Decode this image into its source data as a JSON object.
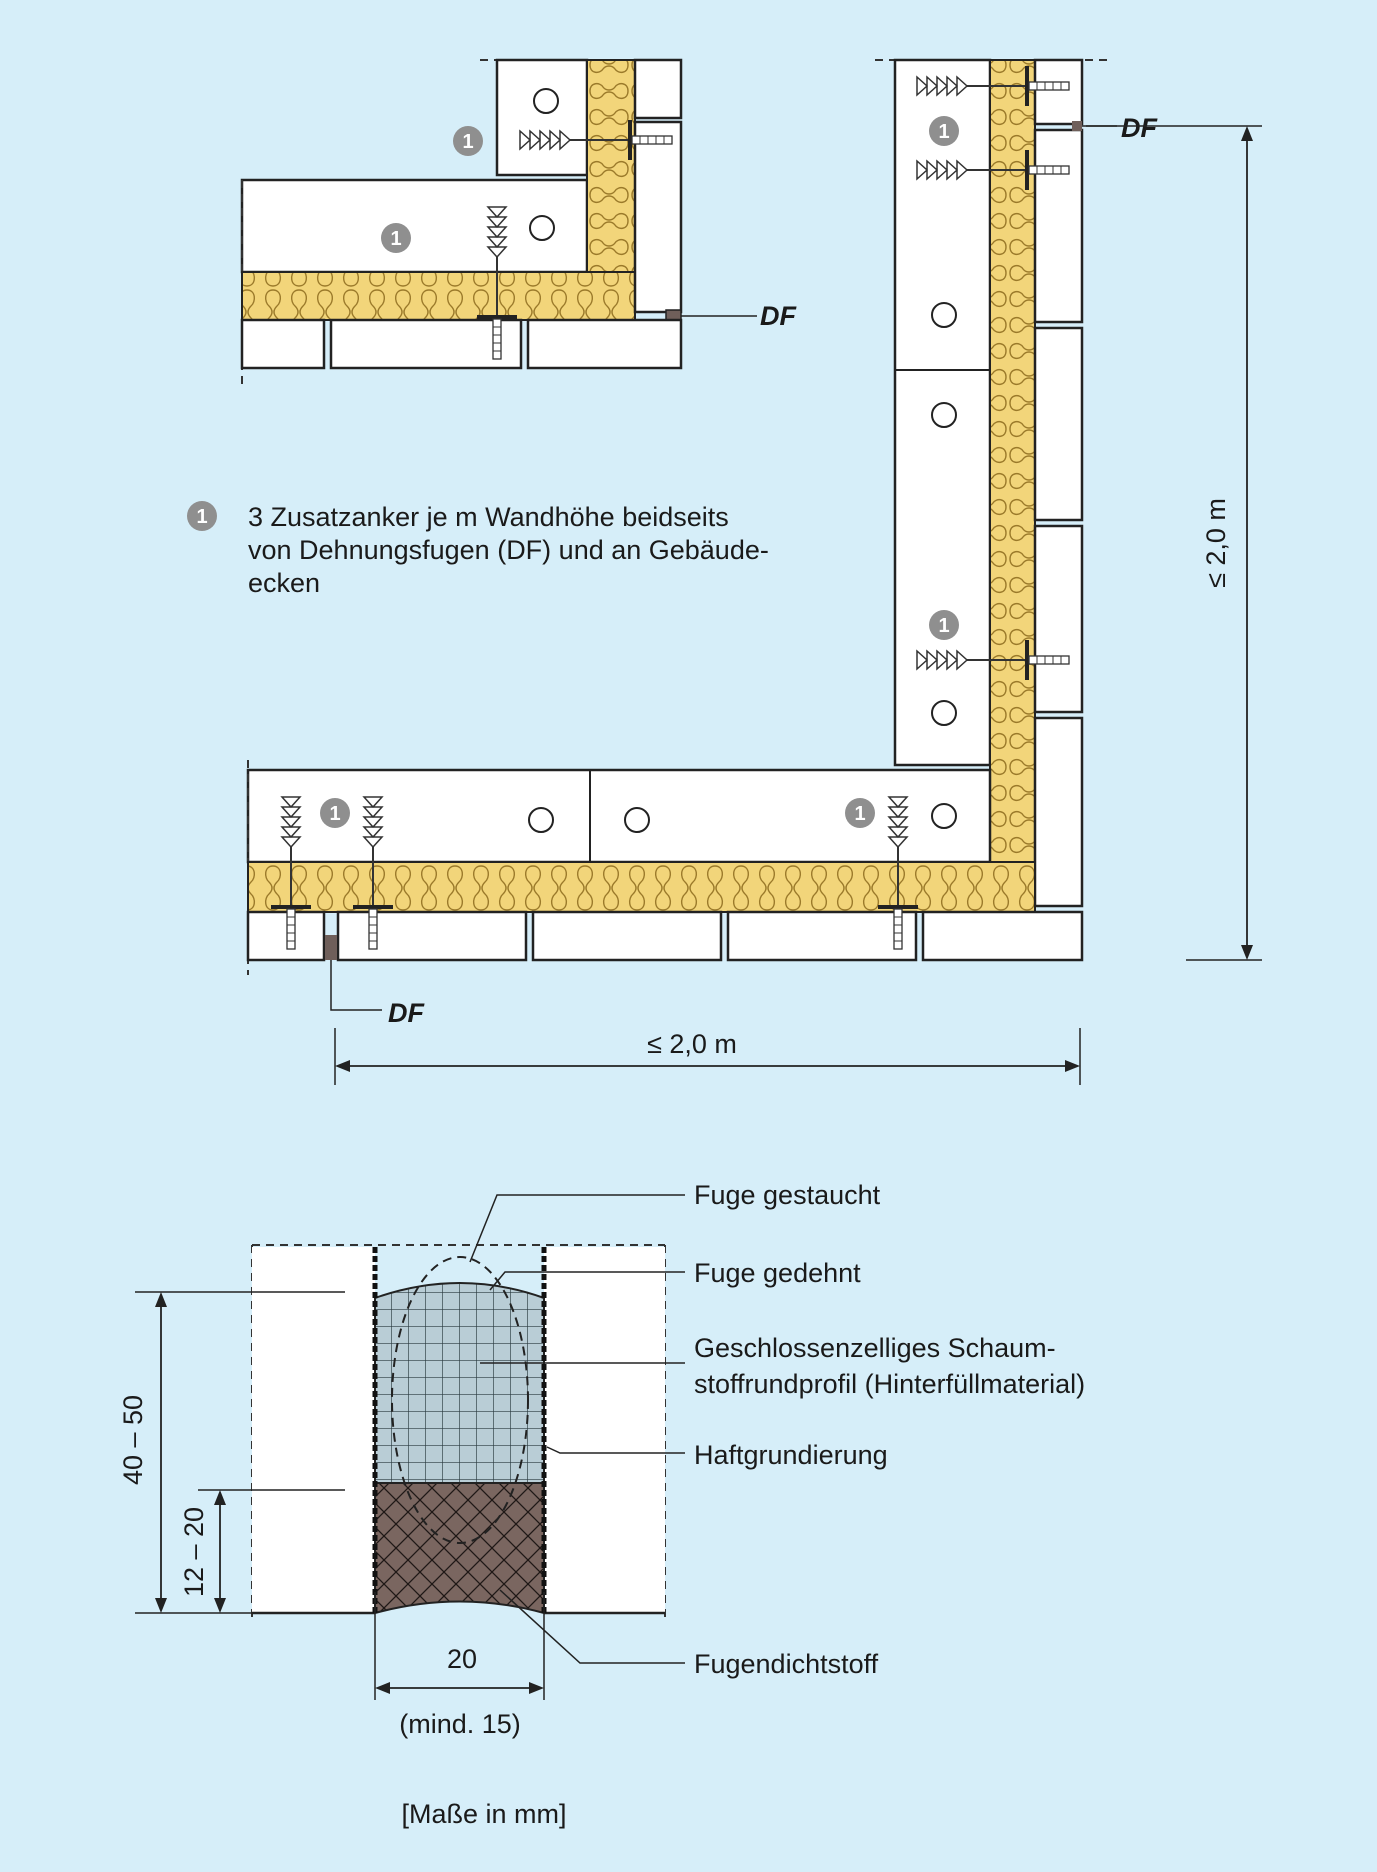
{
  "anchor_marker": "1",
  "note": {
    "marker": "1",
    "lines": [
      "3 Zusatzanker je m Wandhöhe beidseits",
      "von Dehnungsfugen (DF) und an Gebäude-",
      "ecken"
    ]
  },
  "joint_label": "DF",
  "dimensions": {
    "horizontal": "≤ 2,0 m",
    "vertical": "≤ 2,0 m",
    "depth_total": "40 – 50",
    "depth_sealant": "12 – 20",
    "width": "20",
    "width_min": "(mind. 15)"
  },
  "callouts": [
    "Fuge gestaucht",
    "Fuge gedehnt",
    "Geschlossenzelliges Schaum-",
    "stoffrundprofil (Hinterfüllmaterial)",
    "Haftgrundierung",
    "Fugendichtstoff"
  ],
  "units_note": "[Maße in mm]",
  "colors": {
    "background": "#d6eef9",
    "insulation": "#f2d57a",
    "insulation_line": "#9b7a2a",
    "sealant": "#7a6660",
    "foam": "#b9cdd6",
    "marker": "#8f8f8f"
  }
}
